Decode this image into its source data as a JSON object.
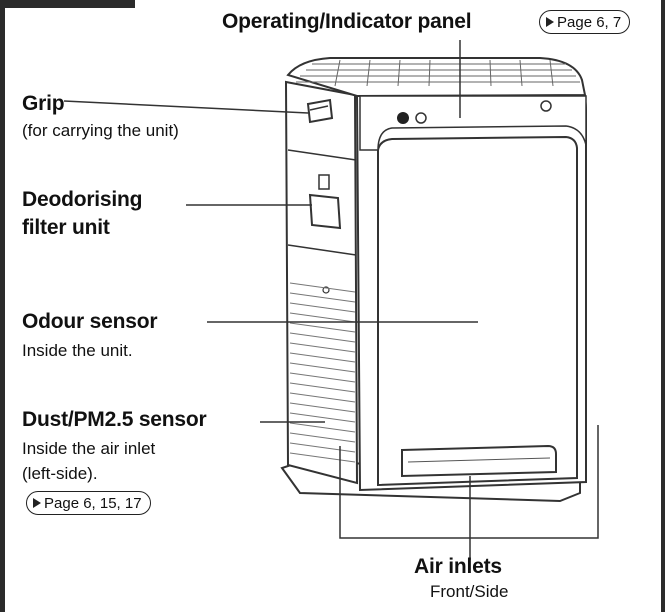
{
  "labels": {
    "panel": {
      "title": "Operating/Indicator panel",
      "ref": "Page 6, 7"
    },
    "grip": {
      "title": "Grip",
      "note": "(for carrying the unit)"
    },
    "deodorising": {
      "line1": "Deodorising",
      "line2": "filter unit"
    },
    "odour": {
      "title": "Odour sensor",
      "note": "Inside the unit."
    },
    "dust": {
      "title": "Dust/PM2.5 sensor",
      "note1": "Inside the air inlet",
      "note2": "(left-side).",
      "ref": "Page 6, 15, 17"
    },
    "inlets": {
      "title": "Air inlets",
      "note": "Front/Side"
    }
  },
  "colors": {
    "frame": "#2b2b2b",
    "line": "#333333",
    "fill": "#ffffff"
  }
}
